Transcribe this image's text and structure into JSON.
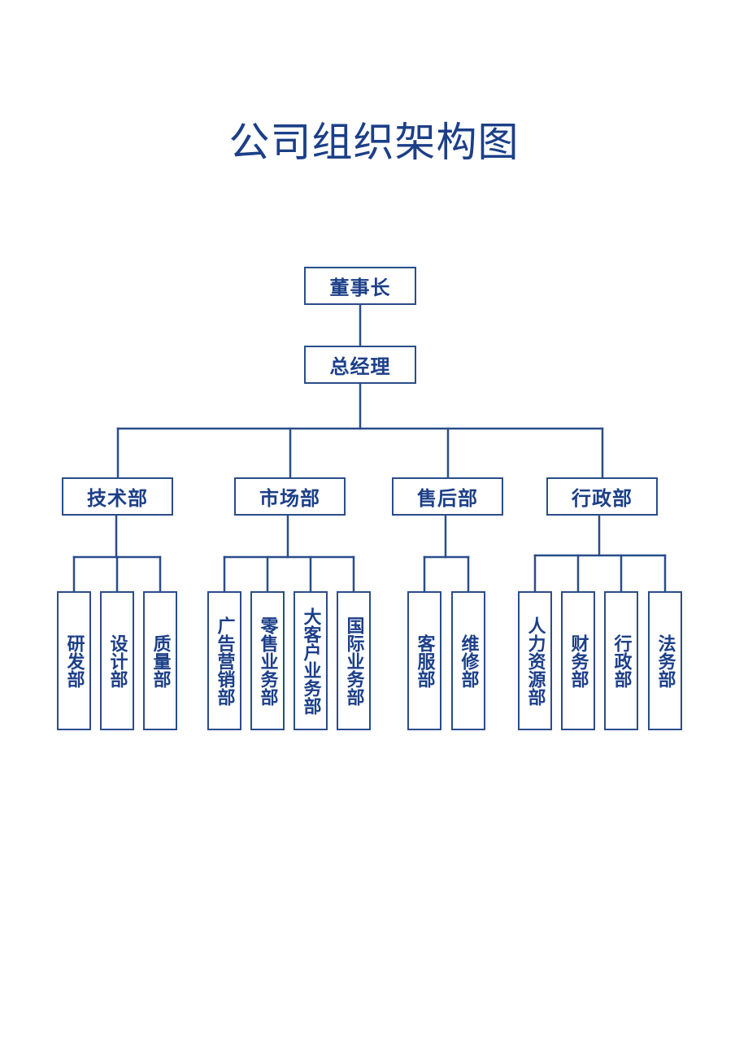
{
  "title": "公司组织架构图",
  "colors": {
    "title": "#1c3f88",
    "line": "#2a4d8a",
    "text": "#1c3f88"
  },
  "org": {
    "chairman": "董事长",
    "general_manager": "总经理",
    "departments": [
      {
        "name": "技术部",
        "units": [
          "研发部",
          "设计部",
          "质量部"
        ]
      },
      {
        "name": "市场部",
        "units": [
          "广告营销部",
          "零售业务部",
          "大客户业务部",
          "国际业务部"
        ]
      },
      {
        "name": "售后部",
        "units": [
          "客服部",
          "维修部"
        ]
      },
      {
        "name": "行政部",
        "units": [
          "人力资源部",
          "财务部",
          "行政部",
          "法务部"
        ]
      }
    ]
  }
}
